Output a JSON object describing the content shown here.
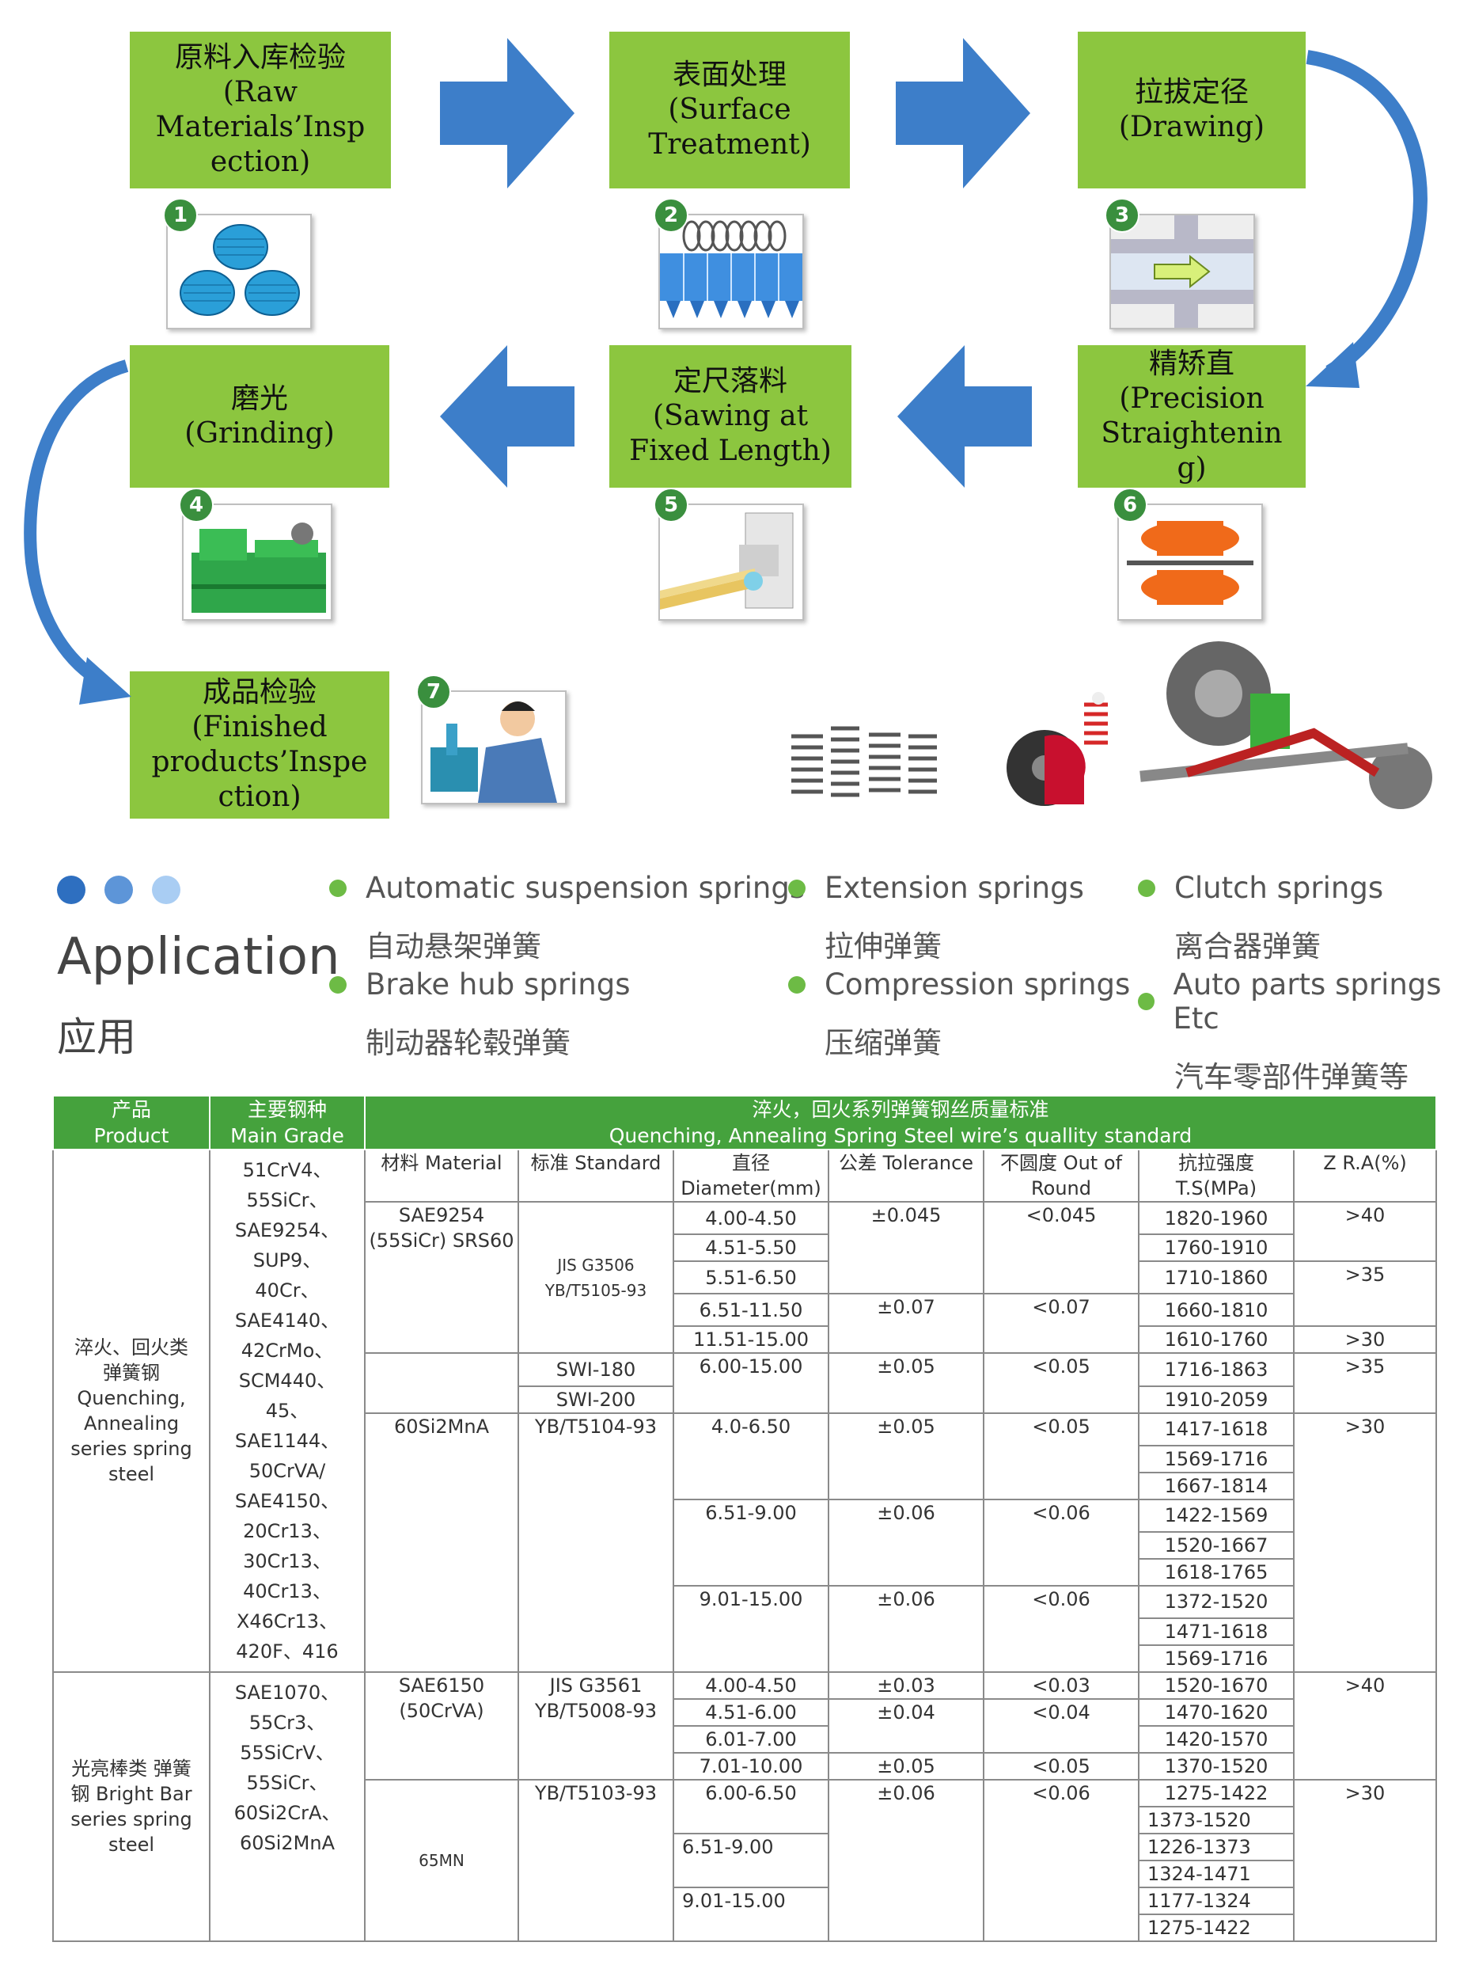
{
  "process": {
    "steps": [
      {
        "num": "1",
        "lines": [
          "原料入库检验",
          "(Raw",
          "Materials’Insp",
          "ection)"
        ]
      },
      {
        "num": "2",
        "lines": [
          "表面处理",
          "(Surface",
          "Treatment)"
        ]
      },
      {
        "num": "3",
        "lines": [
          "拉拔定径",
          "(Drawing)"
        ]
      },
      {
        "num": "4",
        "lines": [
          "磨光",
          "(Grinding)"
        ]
      },
      {
        "num": "5",
        "lines": [
          "定尺落料",
          "(Sawing at",
          "Fixed Length)"
        ]
      },
      {
        "num": "6",
        "lines": [
          "精矫直",
          "(Precision",
          "Straightenin",
          "g)"
        ]
      },
      {
        "num": "7",
        "lines": [
          "成品检验",
          "(Finished",
          "products’Inspe",
          "ction)"
        ]
      }
    ]
  },
  "application": {
    "title": "Application",
    "subtitle": "应用",
    "items": [
      {
        "en": "Automatic suspension springs",
        "zh": "自动悬架弹簧"
      },
      {
        "en": "Extension springs",
        "zh": "拉伸弹簧"
      },
      {
        "en": "Clutch springs",
        "zh": "离合器弹簧"
      },
      {
        "en": "Brake hub springs",
        "zh": "制动器轮毂弹簧"
      },
      {
        "en": "Compression springs",
        "zh": "压缩弹簧"
      },
      {
        "en": "Auto parts springs Etc",
        "zh": "汽车零部件弹簧等"
      }
    ]
  },
  "table": {
    "header": {
      "product": [
        "产品",
        "Product"
      ],
      "grade": [
        "主要钢种",
        "Main Grade"
      ],
      "standard": [
        "淬火，回火系列弹簧钢丝质量标准",
        "Quenching, Annealing Spring Steel wire’s quallity standard"
      ]
    },
    "subheader": [
      "材料 Material",
      "标准 Standard",
      "直径 Diameter(mm)",
      "公差 Tolerance",
      "不圆度 Out of Round",
      "抗拉强度 T.S(MPa)",
      "Z R.A(%)"
    ],
    "group1": {
      "product": "淬火、回火类 弹簧钢 Quenching, Annealing series spring steel",
      "grades": "51CrV4、 55SiCr、 SAE9254、 SUP9、40Cr、 SAE4140、 42CrMo、 SCM440、 45、 SAE1144、 50CrVA/ SAE4150、 20Cr13、 30Cr13、 40Cr13、 X46Cr13、 420F、416",
      "mat1": "SAE9254 (55SiCr) SRS60",
      "std1": "JIS G3506 YB/T5105-93",
      "std_swi180": "SWI-180",
      "std_swi200": "SWI-200",
      "mat2": "60Si2MnA",
      "std2": "YB/T5104-93",
      "rows": [
        {
          "d": "4.00-4.50",
          "tol": "±0.045",
          "oor": "<0.045",
          "ts": "1820-1960",
          "z": ">40"
        },
        {
          "ts": "1760-1910",
          "d": "4.51-5.50"
        },
        {
          "d": "5.51-6.50",
          "ts": "1710-1860",
          "z": ">35"
        },
        {
          "d": "6.51-11.50",
          "tol": "±0.07",
          "oor": "<0.07",
          "ts": "1660-1810"
        },
        {
          "d": "11.51-15.00",
          "ts": "1610-1760",
          "z": ">30"
        },
        {
          "d": "6.00-15.00",
          "tol": "±0.05",
          "oor": "<0.05",
          "ts": "1716-1863",
          "z": ">35"
        },
        {
          "ts": "1910-2059"
        },
        {
          "d": "4.0-6.50",
          "tol": "±0.05",
          "oor": "<0.05",
          "ts": "1417-1618",
          "z": ">30"
        },
        {
          "ts": "1569-1716"
        },
        {
          "ts": "1667-1814"
        },
        {
          "d": "6.51-9.00",
          "tol": "±0.06",
          "oor": "<0.06",
          "ts": "1422-1569"
        },
        {
          "ts": "1520-1667"
        },
        {
          "ts": "1618-1765"
        },
        {
          "d": "9.01-15.00",
          "tol": "±0.06",
          "oor": "<0.06",
          "ts": "1372-1520"
        },
        {
          "ts": "1471-1618"
        },
        {
          "ts": "1569-1716"
        }
      ]
    },
    "group2": {
      "product": "光亮棒类 弹簧钢 Bright Bar series spring steel",
      "grades": "SAE1070、 55Cr3、 55SiCrV、 55SiCr、 60Si2CrA、 60Si2MnA",
      "mat1": "SAE6150 (50CrVA)",
      "std1": "JIS G3561 YB/T5008-93",
      "mat2": "65MN",
      "std2": "YB/T5103-93",
      "rows": [
        {
          "d": "4.00-4.50",
          "tol": "±0.03",
          "oor": "<0.03",
          "ts": "1520-1670",
          "z": ">40"
        },
        {
          "d": "4.51-6.00",
          "tol": "±0.04",
          "oor": "<0.04",
          "ts": "1470-1620"
        },
        {
          "d": "6.01-7.00",
          "ts": "1420-1570"
        },
        {
          "d": "7.01-10.00",
          "tol": "±0.05",
          "oor": "<0.05",
          "ts": "1370-1520"
        },
        {
          "d": "6.00-6.50",
          "tol": "±0.06",
          "oor": "<0.06",
          "ts": "1275-1422",
          "z": ">30"
        },
        {
          "ts": "1373-1520"
        },
        {
          "d": "6.51-9.00",
          "ts": "1226-1373"
        },
        {
          "ts": "1324-1471"
        },
        {
          "d": "9.01-15.00",
          "ts": "1177-1324"
        },
        {
          "ts": "1275-1422"
        }
      ]
    }
  }
}
